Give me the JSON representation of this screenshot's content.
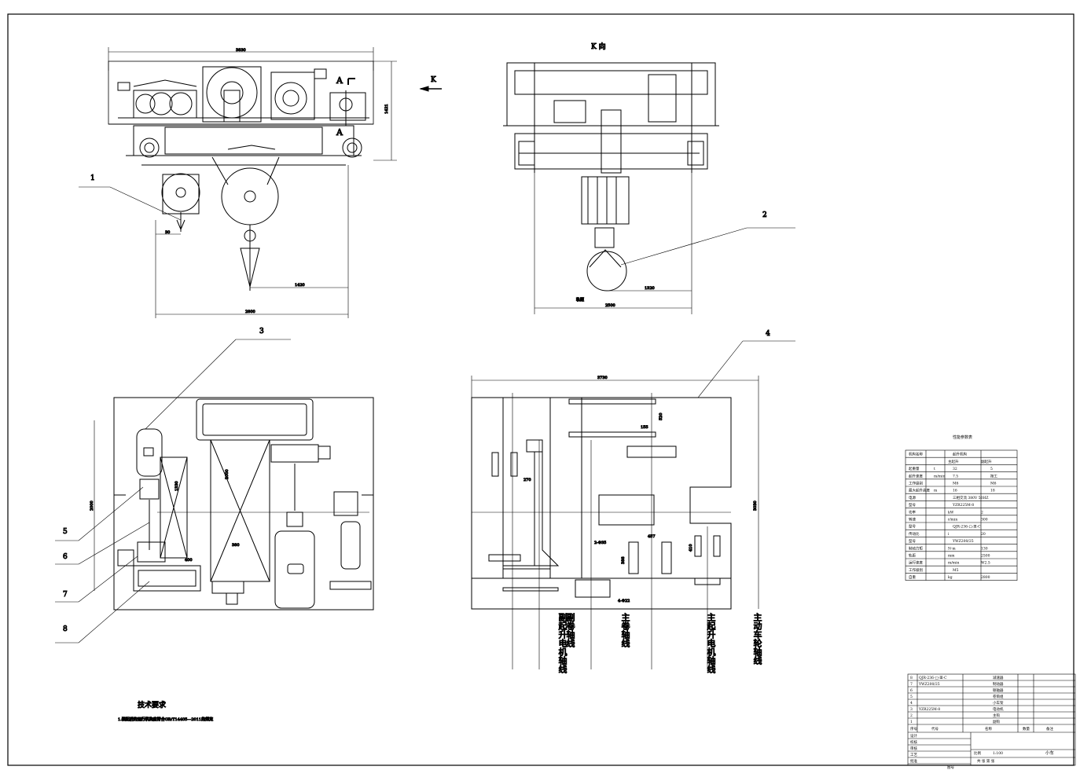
{
  "views": {
    "front": {
      "width_dim": "3830",
      "height_dim": "1421",
      "offset_dim": "30",
      "hook_offset_dim": "1420",
      "span_dim": "2800",
      "section_mark": "A"
    },
    "k_view": {
      "title": "K 向",
      "arrow_label": "K",
      "hook_dim": "1320",
      "gauge_label": "轨距",
      "gauge_dim": "2500"
    },
    "plan_mech": {
      "dim_left": "2000",
      "dim_drum": "2000",
      "dim_gear": "1330",
      "dim_small": "400",
      "dim_mid": "380"
    },
    "plan_frame": {
      "width_dim": "3730",
      "height_dim": "3030",
      "dims": [
        "520",
        "155",
        "270",
        "457",
        "388",
        "410"
      ],
      "hole_note1": "2-Φ35",
      "hole_note2": "4-Φ22",
      "axis_labels": [
        "副起升电机轴线",
        "副卷轴线",
        "主卷轴线",
        "主起升电机轴线",
        "主动车轮轴线"
      ]
    }
  },
  "callouts": [
    "1",
    "2",
    "3",
    "4",
    "5",
    "6",
    "7",
    "8"
  ],
  "tech": {
    "title": "技术要求",
    "note": "1.装配后的运行机构应符合GB/T14405—2011的规定"
  },
  "param_table": {
    "caption": "性能参数表",
    "rows": [
      [
        "机构名称",
        "起升机构"
      ],
      [
        "",
        "主起升",
        "副起升"
      ],
      [
        "起重量",
        "t",
        "32",
        "5"
      ],
      [
        "起升速度",
        "m/min",
        "7.5",
        "按工"
      ],
      [
        "工作级别",
        "",
        "M6",
        "M6"
      ],
      [
        "最大起升高度",
        "m",
        "16",
        "18"
      ],
      [
        "电源",
        "三相交流 380V 50HZ"
      ],
      [
        "型号",
        "YZR225M-8"
      ],
      [
        "功率",
        "kW",
        "2"
      ],
      [
        "转速",
        "r/min",
        "300"
      ],
      [
        "型号",
        "QJR-236-□-Ⅲ-C"
      ],
      [
        "传动比",
        "i",
        "20"
      ],
      [
        "型号",
        "YWZ200/25"
      ],
      [
        "制动力矩",
        "N·m",
        "130"
      ],
      [
        "轨距",
        "mm",
        "2500"
      ],
      [
        "运行速度",
        "m/min",
        "W2.5"
      ],
      [
        "工作级别",
        "M5"
      ],
      [
        "自重",
        "kg",
        "2800"
      ]
    ]
  },
  "title_block": {
    "parts": [
      [
        "8",
        "QJR-236-□-Ⅲ-C",
        "减速器"
      ],
      [
        "7",
        "YWZ200/25",
        "制动器"
      ],
      [
        "6",
        "",
        "联轴器"
      ],
      [
        "5",
        "",
        "卷筒组"
      ],
      [
        "4",
        "",
        "小车架"
      ],
      [
        "3",
        "YZR225M-8",
        "电动机"
      ],
      [
        "2",
        "",
        "主钩"
      ],
      [
        "1",
        "",
        "副钩"
      ]
    ],
    "header": [
      "序号",
      "代号",
      "名称",
      "数量",
      "备注"
    ],
    "role_labels": [
      "设计",
      "校核",
      "审核",
      "工艺",
      "批准"
    ],
    "scale_label": "比例",
    "scale_value": "1:100",
    "title": "小车",
    "sheet": "共 张 第 张",
    "org": "图号"
  }
}
